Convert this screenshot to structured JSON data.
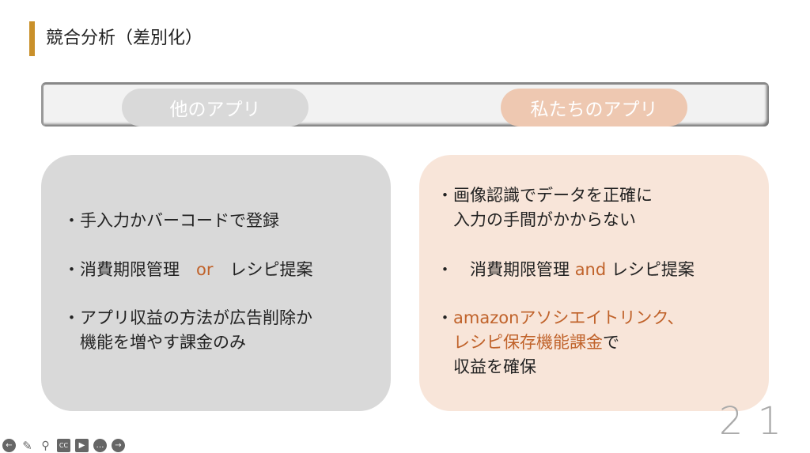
{
  "title": "競合分析（差別化）",
  "header": {
    "other_label": "他のアプリ",
    "ours_label": "私たちのアプリ"
  },
  "other": {
    "item1": "・手入力かバーコードで登録",
    "item2a": "・消費期限管理　",
    "item2b": "or",
    "item2c": "　レシピ提案",
    "item3a": "・アプリ収益の方法が広告削除か",
    "item3b": "　機能を増やす課金のみ"
  },
  "ours": {
    "item1a": "・画像認識でデータを正確に",
    "item1b": "　入力の手間がかからない",
    "item2a": "・　消費期限管理 ",
    "item2b": "and",
    "item2c": " レシピ提案",
    "item3a": "・",
    "item3b": "amazonアソシエイトリンク、",
    "item3c": "レシピ保存機能課金",
    "item3d": "で",
    "item3e": "　収益を確保"
  },
  "page_number": "21",
  "controls": [
    "back",
    "pen",
    "zoom",
    "cc",
    "video",
    "more",
    "forward"
  ]
}
